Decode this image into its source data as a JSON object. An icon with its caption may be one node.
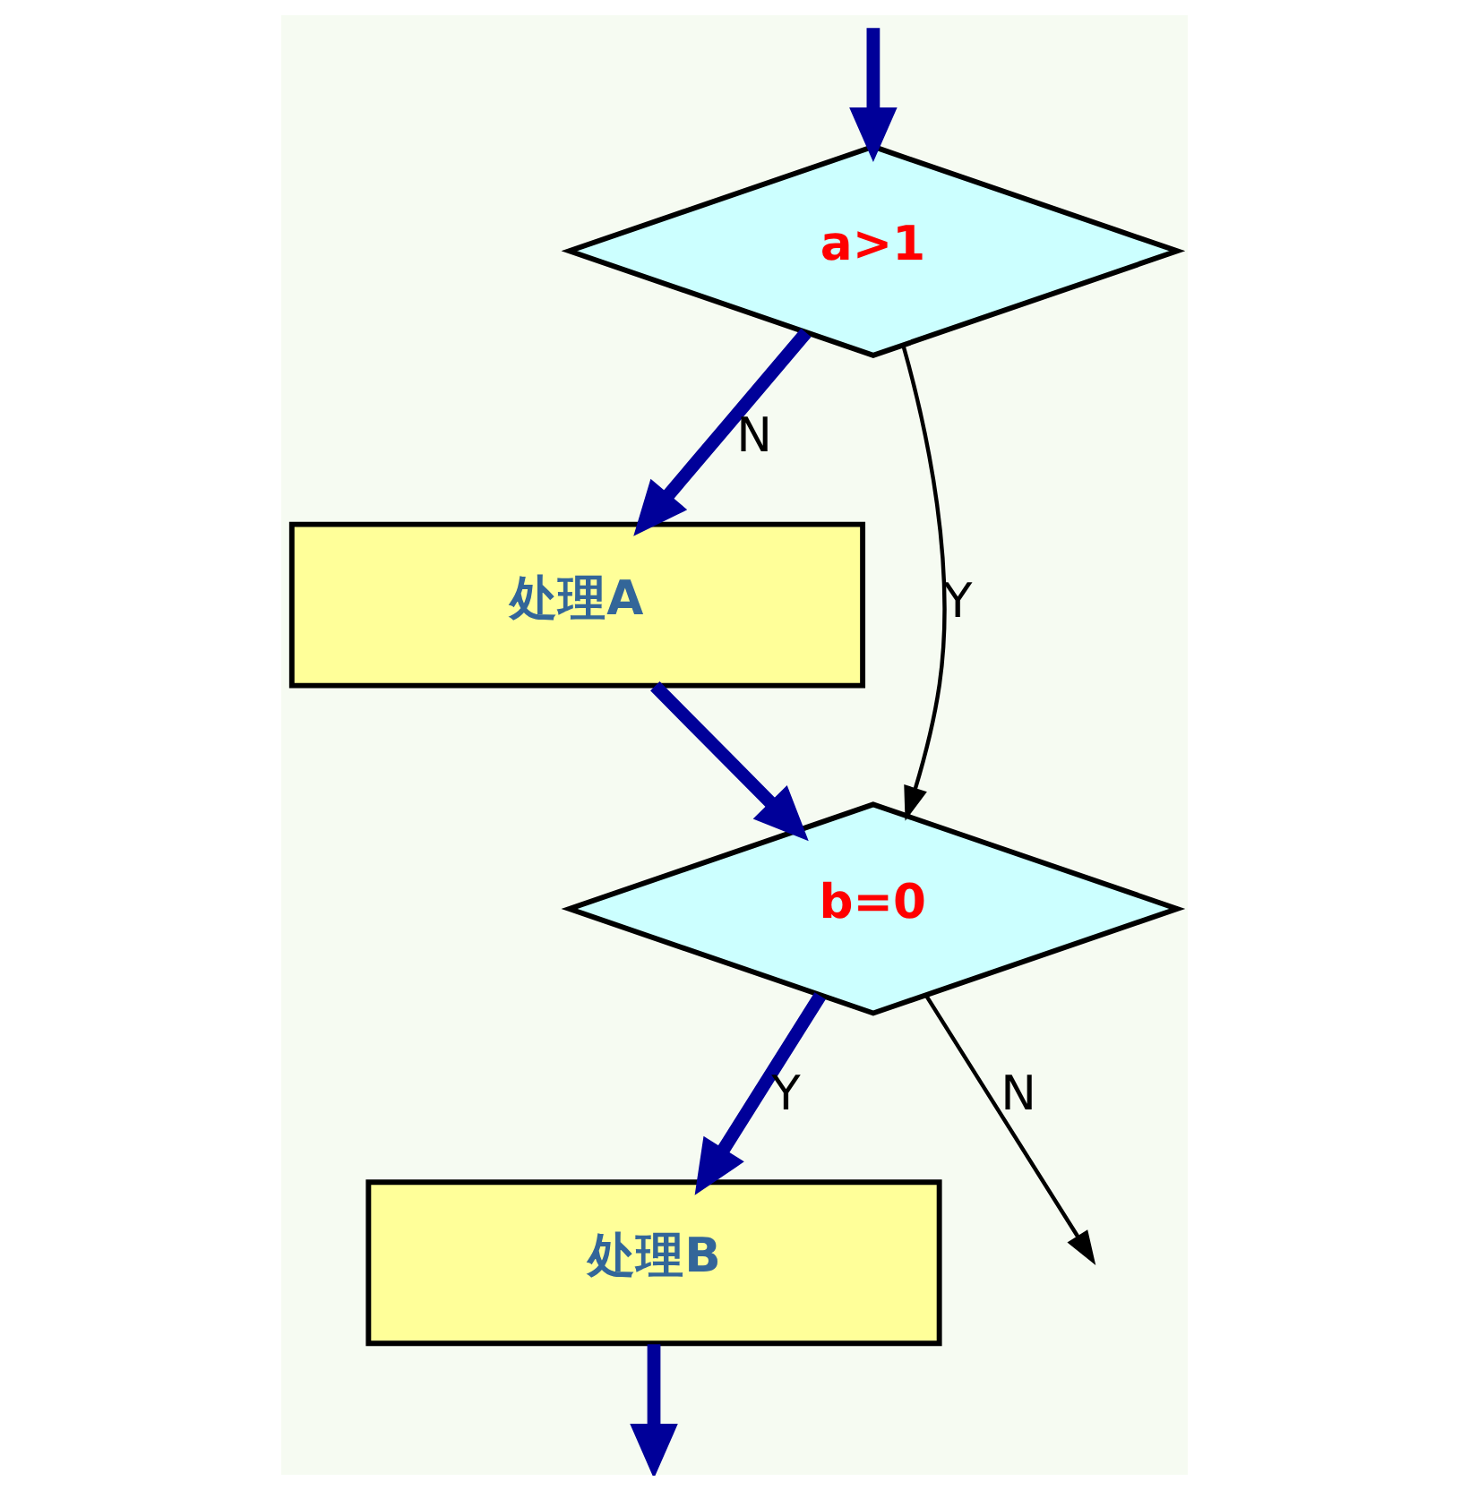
{
  "diagram": {
    "nodes": [
      {
        "text": [
          "a>1"
        ]
      },
      {
        "text": [
          "处理A"
        ]
      },
      {
        "text": [
          "b=0"
        ]
      },
      {
        "text": [
          "处理B"
        ]
      }
    ],
    "edges": [
      {
        "from": null,
        "to": 0,
        "arrow": "to"
      },
      {
        "from": 0,
        "to": 1,
        "arrow": "to",
        "label": "N"
      },
      {
        "from": 0,
        "to": 2,
        "arrow": "to",
        "label": "Y",
        "color": "#000000"
      },
      {
        "from": 1,
        "to": 2,
        "arrow": "to"
      },
      {
        "from": 2,
        "to": 3,
        "arrow": "to",
        "label": "Y"
      },
      {
        "from": 2,
        "to": null,
        "arrow": "to",
        "label": "N",
        "color": "#000000"
      },
      {
        "from": 3,
        "to": null,
        "arrow": "to"
      }
    ]
  }
}
